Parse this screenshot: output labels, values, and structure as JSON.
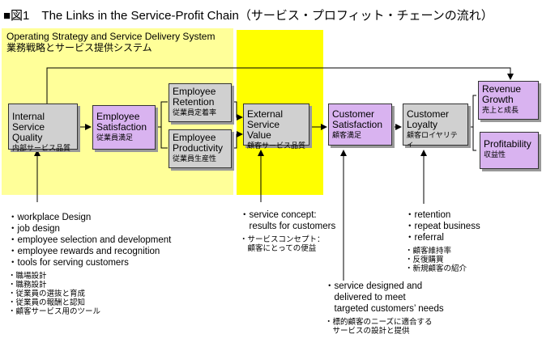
{
  "title": "■図1　The Links in the Service-Profit Chain（サービス・プロフィット・チェーンの流れ）",
  "zone": {
    "label_en": "Operating Strategy and Service Delivery System",
    "label_jp": "業務戦略とサービス提供システム"
  },
  "boxes": {
    "internal": {
      "l1": "Internal",
      "l2": "Service Quality",
      "jp": "内部サービス品質"
    },
    "emp_sat": {
      "l1": "Employee",
      "l2": "Satisfaction",
      "jp": "従業員満足"
    },
    "retention": {
      "l1": "Employee",
      "l2": "Retention",
      "jp": "従業員定着率"
    },
    "productivity": {
      "l1": "Employee",
      "l2": "Productivity",
      "jp": "従業員生産性"
    },
    "external": {
      "l1": "External",
      "l2": "Service　Value",
      "jp": "顧客サービス品質"
    },
    "cust_sat": {
      "l1": "Customer",
      "l2": "Satisfaction",
      "jp": "顧客満足"
    },
    "loyalty": {
      "l1": "Customer",
      "l2": "Loyalty",
      "jp": "顧客ロイヤリティ"
    },
    "revenue": {
      "l1": "Revenue",
      "l2": "Growth",
      "jp": "売上と成長"
    },
    "profit": {
      "l1": "Profitability",
      "jp": "収益性"
    }
  },
  "notes": {
    "workplace": {
      "en": [
        "・workplace Design",
        "・job design",
        "・employee selection and development",
        "・employee rewards and recognition",
        "・tools for serving customers"
      ],
      "jp": [
        "・職場設計",
        "・職務設計",
        "・従業員の選抜と育成",
        "・従業員の報酬と認知",
        "・顧客サービス用のツール"
      ]
    },
    "concept": {
      "en": [
        "・service concept:",
        "　results for customers"
      ],
      "jp": [
        "・サービスコンセプト：",
        "　顧客にとっての便益"
      ]
    },
    "retention": {
      "en": [
        "・retention",
        "・repeat business",
        "・referral"
      ],
      "jp": [
        "・顧客維持率",
        "・反復購買",
        "・新規顧客の紹介"
      ]
    },
    "designed": {
      "en": [
        "・service designed and",
        "　delivered to meet",
        "　targeted customers’ needs"
      ],
      "jp": [
        "・標的顧客のニーズに適合する",
        "　サービスの設計と提供"
      ]
    }
  }
}
